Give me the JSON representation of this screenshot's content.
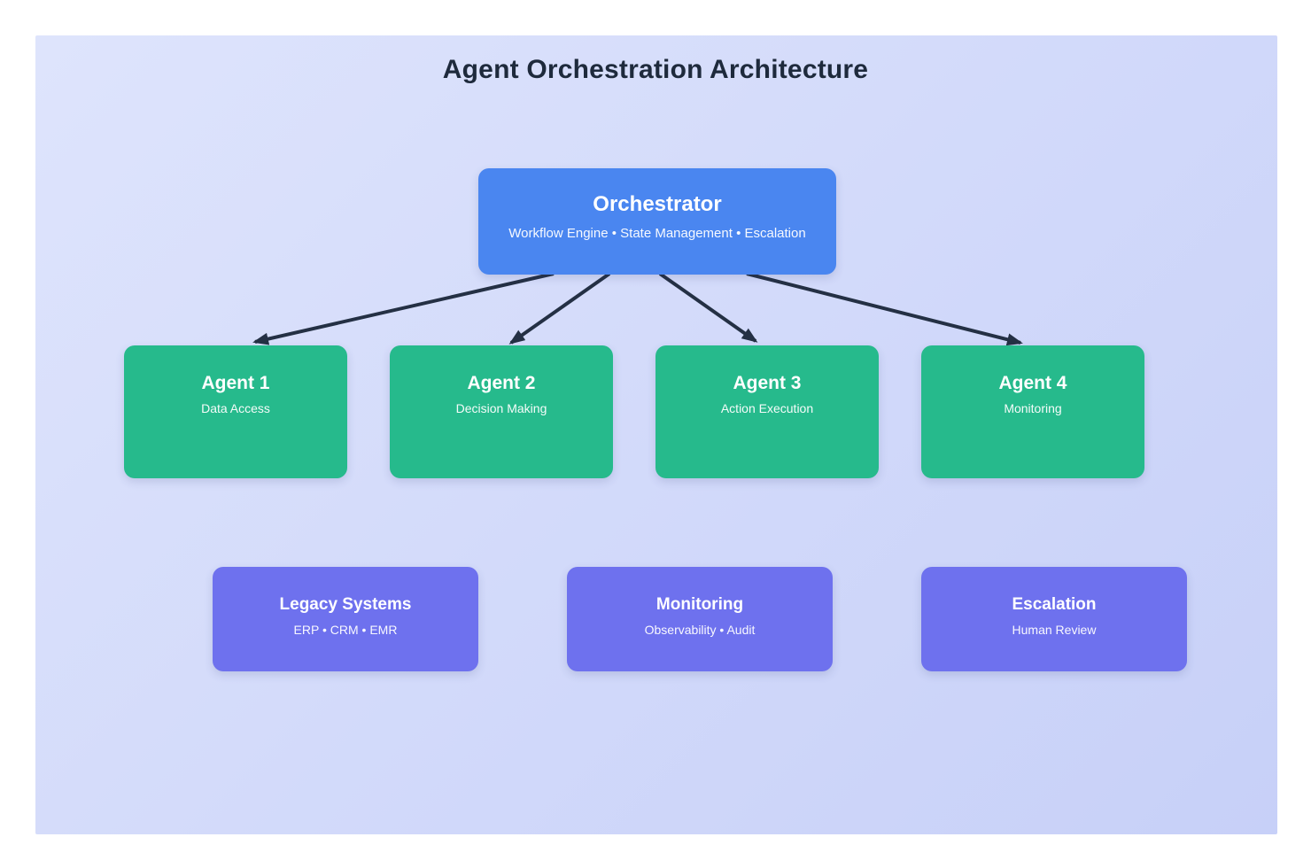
{
  "page": {
    "title": "Agent Orchestration Architecture"
  },
  "colors": {
    "panel_start": "#dee4fc",
    "panel_end": "#c7d0f8",
    "title_text": "#1e2a3c",
    "orchestrator": "#4a86f0",
    "agent": "#26ba8c",
    "system": "#6e71ee",
    "arrow": "#243044"
  },
  "diagram": {
    "orchestrator": {
      "title": "Orchestrator",
      "subtitle": "Workflow Engine • State Management • Escalation"
    },
    "agents": [
      {
        "title": "Agent 1",
        "subtitle": "Data Access"
      },
      {
        "title": "Agent 2",
        "subtitle": "Decision Making"
      },
      {
        "title": "Agent 3",
        "subtitle": "Action Execution"
      },
      {
        "title": "Agent 4",
        "subtitle": "Monitoring"
      }
    ],
    "systems": [
      {
        "title": "Legacy Systems",
        "subtitle": "ERP • CRM • EMR"
      },
      {
        "title": "Monitoring",
        "subtitle": "Observability • Audit"
      },
      {
        "title": "Escalation",
        "subtitle": "Human Review"
      }
    ],
    "connections": [
      {
        "from": "orchestrator",
        "to": "agent-1"
      },
      {
        "from": "orchestrator",
        "to": "agent-2"
      },
      {
        "from": "orchestrator",
        "to": "agent-3"
      },
      {
        "from": "orchestrator",
        "to": "agent-4"
      }
    ]
  }
}
